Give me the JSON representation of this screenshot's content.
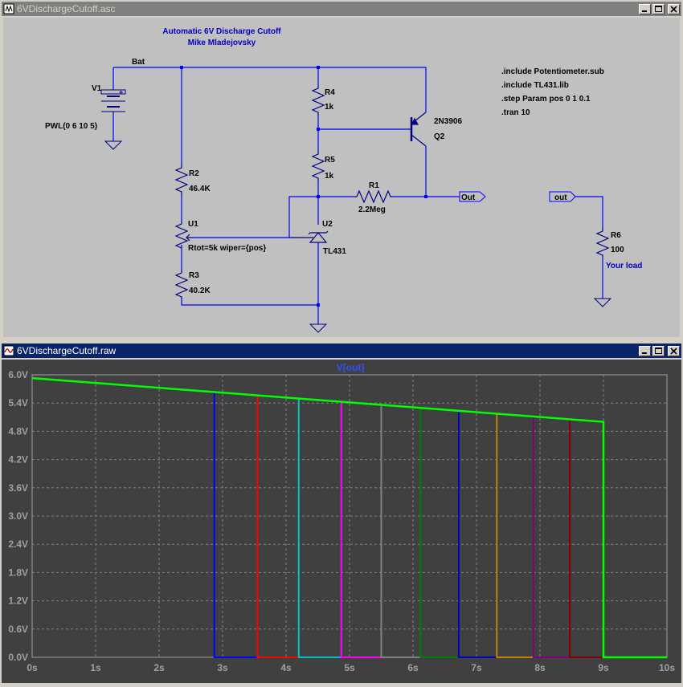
{
  "schematic_window": {
    "title": "6VDischargeCutoff.asc",
    "heading_line1": "Automatic 6V Discharge Cutoff",
    "heading_line2": "Mike Mladejovsky",
    "net_bat": "Bat",
    "v1_name": "V1",
    "v1_value": "PWL(0 6 10 5)",
    "r4_name": "R4",
    "r4_value": "1k",
    "r5_name": "R5",
    "r5_value": "1k",
    "r2_name": "R2",
    "r2_value": "46.4K",
    "r3_name": "R3",
    "r3_value": "40.2K",
    "u1_name": "U1",
    "u1_value": "Rtot=5k wiper={pos}",
    "u2_name": "U2",
    "u2_value": "TL431",
    "q2_model": "2N3906",
    "q2_name": "Q2",
    "r1_name": "R1",
    "r1_value": "2.2Meg",
    "out_label": "Out",
    "out2_label": "out",
    "r6_name": "R6",
    "r6_value": "100",
    "load_label": "Your load",
    "directives": [
      ".include Potentiometer.sub",
      ".include TL431.lib",
      ".step Param pos 0 1 0.1",
      ".tran 10"
    ],
    "colors": {
      "wire": "#0000ff",
      "component": "#000080",
      "background": "#c0c0c0",
      "heading": "#0000c0"
    }
  },
  "waveform_window": {
    "title": "6VDischargeCutoff.raw",
    "colors": {
      "background": "#404040",
      "grid": "#808080"
    }
  },
  "chart_data": {
    "type": "line",
    "title": "V[out]",
    "xlabel": "",
    "ylabel": "",
    "xlim": [
      0,
      10
    ],
    "ylim": [
      0,
      6
    ],
    "x_ticks": [
      "0s",
      "1s",
      "2s",
      "3s",
      "4s",
      "5s",
      "6s",
      "7s",
      "8s",
      "9s",
      "10s"
    ],
    "y_ticks": [
      "0.0V",
      "0.6V",
      "1.2V",
      "1.8V",
      "2.4V",
      "3.0V",
      "3.6V",
      "4.2V",
      "4.8V",
      "5.4V",
      "6.0V"
    ],
    "grid": true,
    "supply": {
      "start": 5.93,
      "end": 5.0
    },
    "series": [
      {
        "cutoff": 2.87,
        "color": "#0000ff"
      },
      {
        "cutoff": 3.55,
        "color": "#ff0000"
      },
      {
        "cutoff": 4.2,
        "color": "#00c0c0"
      },
      {
        "cutoff": 4.87,
        "color": "#ff00ff"
      },
      {
        "cutoff": 5.5,
        "color": "#808080"
      },
      {
        "cutoff": 6.12,
        "color": "#008000"
      },
      {
        "cutoff": 6.72,
        "color": "#0000c0"
      },
      {
        "cutoff": 7.32,
        "color": "#c08000"
      },
      {
        "cutoff": 7.9,
        "color": "#800080"
      },
      {
        "cutoff": 8.47,
        "color": "#800000"
      },
      {
        "cutoff": 9.0,
        "color": "#00ff00"
      }
    ]
  }
}
